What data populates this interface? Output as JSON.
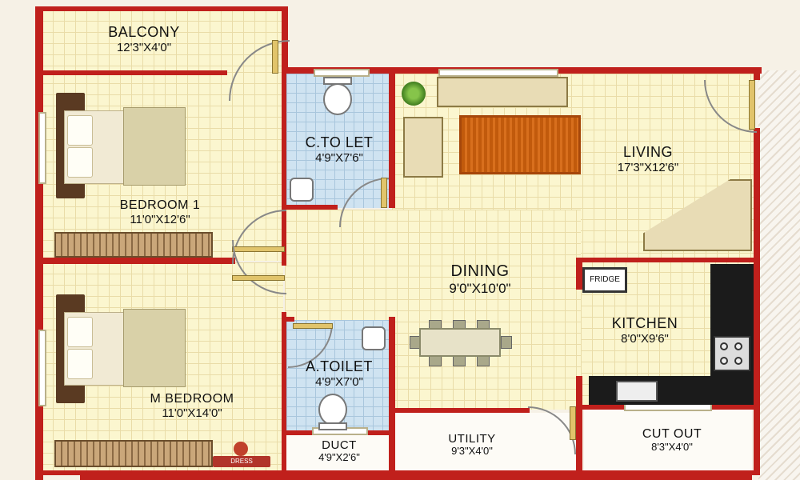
{
  "rooms": {
    "balcony": {
      "name": "BALCONY",
      "dim": "12'3\"X4'0\""
    },
    "bedroom1": {
      "name": "BEDROOM 1",
      "dim": "11'0\"X12'6\""
    },
    "common_toilet": {
      "name": "C.TO LET",
      "dim": "4'9\"X7'6\""
    },
    "living": {
      "name": "LIVING",
      "dim": "17'3\"X12'6\""
    },
    "dining": {
      "name": "DINING",
      "dim": "9'0\"X10'0\""
    },
    "kitchen": {
      "name": "KITCHEN",
      "dim": "8'0\"X9'6\""
    },
    "attached_toilet": {
      "name": "A.TOILET",
      "dim": "4'9\"X7'0\""
    },
    "master_bedroom": {
      "name": "M BEDROOM",
      "dim": "11'0\"X14'0\""
    },
    "duct": {
      "name": "DUCT",
      "dim": "4'9\"X2'6\""
    },
    "utility": {
      "name": "UTILITY",
      "dim": "9'3\"X4'0\""
    },
    "cut_out": {
      "name": "CUT OUT",
      "dim": "8'3\"X4'0\""
    }
  },
  "fixtures": {
    "fridge_label": "FRIDGE",
    "dress_label": "DRESS"
  },
  "colors": {
    "wall": "#c0201c",
    "floor": "#fbf6cf",
    "toilet_floor": "#cfe3f1",
    "rug": "#c15a0c"
  }
}
